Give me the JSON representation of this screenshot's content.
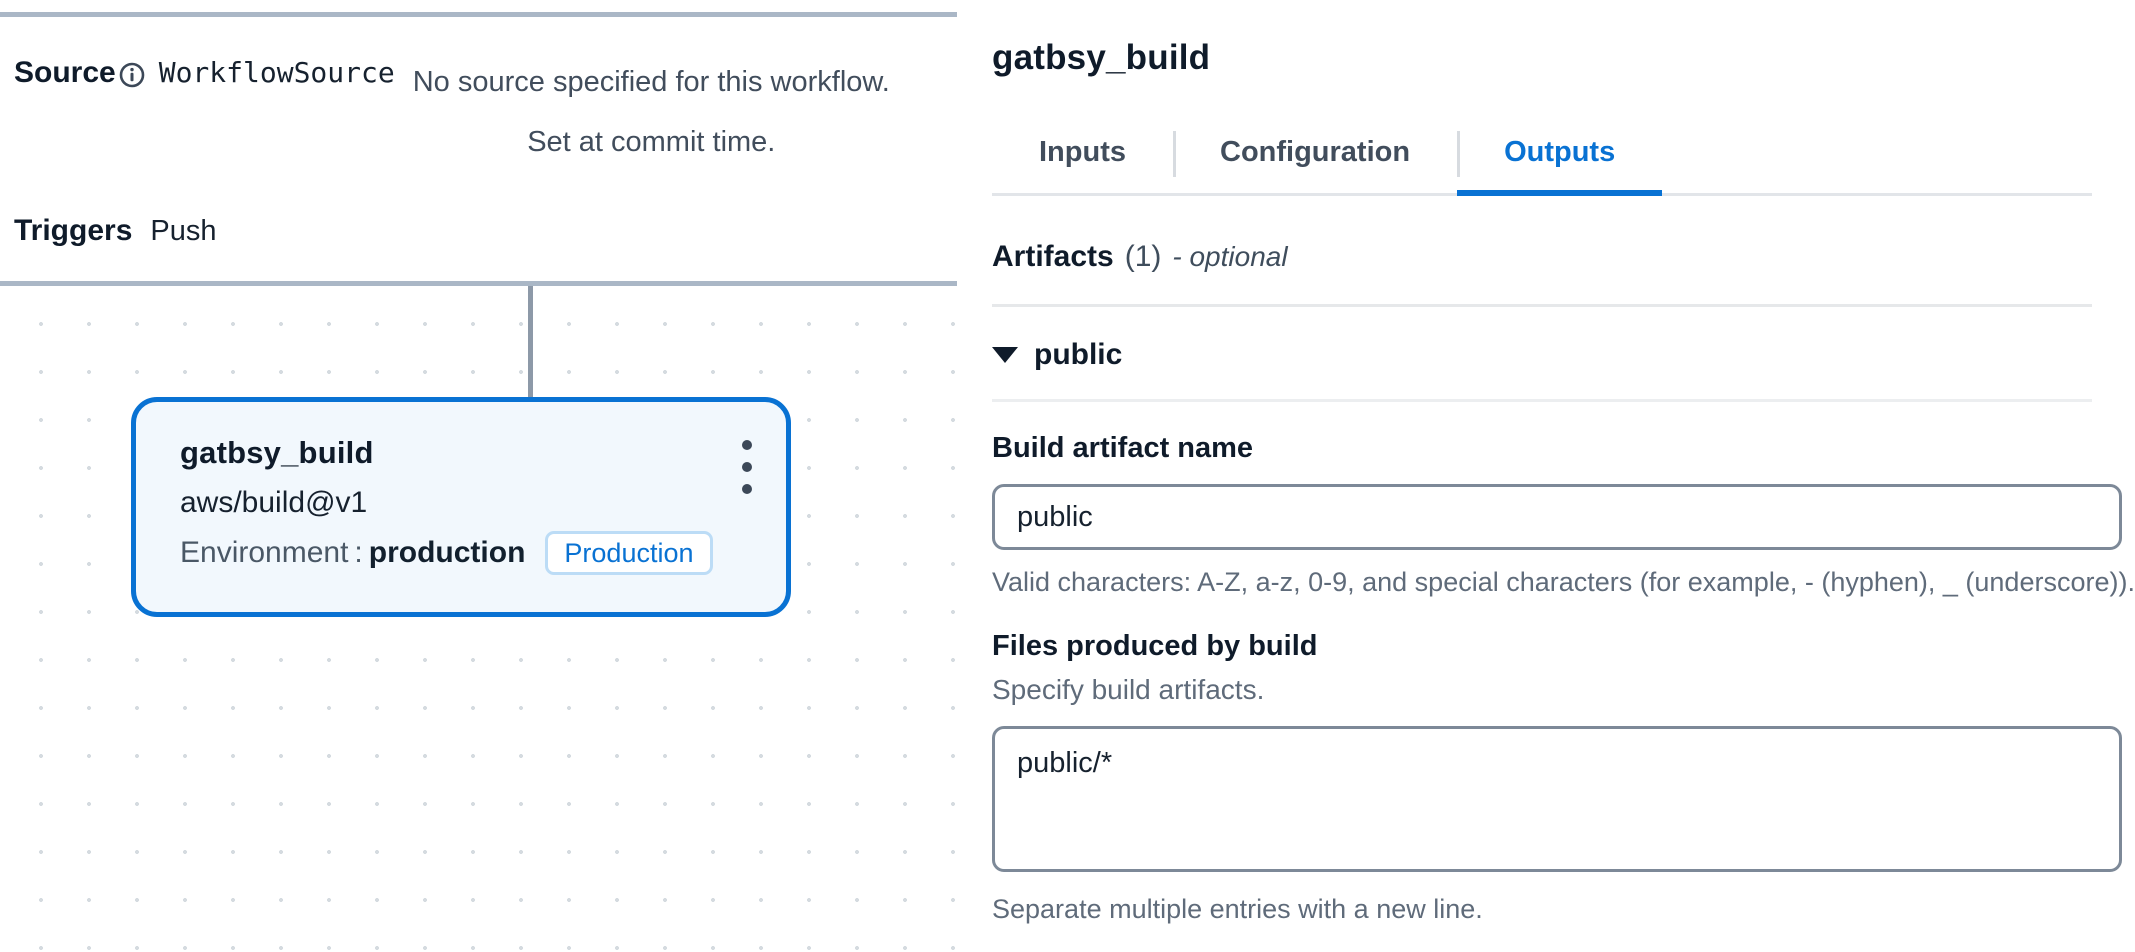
{
  "workflow_meta": {
    "source_label": "Source",
    "source_info_icon": "info-circle-icon",
    "source_name": "WorkflowSource",
    "source_description_line1": "No source specified for this workflow.",
    "source_description_line2": "Set at commit time.",
    "triggers_label": "Triggers",
    "triggers_value": "Push"
  },
  "canvas": {
    "node": {
      "title": "gatbsy_build",
      "action": "aws/build@v1",
      "env_label": "Environment",
      "env_separator": ":",
      "env_value": "production",
      "env_badge": "Production",
      "menu_icon": "kebab-menu-icon"
    }
  },
  "panel": {
    "title": "gatbsy_build",
    "tabs": [
      {
        "label": "Inputs",
        "active": false
      },
      {
        "label": "Configuration",
        "active": false
      },
      {
        "label": "Outputs",
        "active": true
      }
    ],
    "artifacts_section": {
      "heading": "Artifacts",
      "count": "(1)",
      "optional": "- optional",
      "expander": {
        "caret_icon": "caret-down-icon",
        "label": "public"
      },
      "build_artifact_name": {
        "label": "Build artifact name",
        "value": "public",
        "placeholder": "",
        "hint": "Valid characters: A-Z, a-z, 0-9, and special characters (for example, - (hyphen), _ (underscore))."
      },
      "files_produced": {
        "label": "Files produced by build",
        "sublabel": "Specify build artifacts.",
        "value": "public/*",
        "placeholder": "",
        "hint": "Separate multiple entries with a new line."
      }
    }
  },
  "colors": {
    "accent_blue": "#0972d3",
    "node_fill": "#f2f8fd",
    "badge_border": "#bcdcf6",
    "rule_grey": "#aab7c6",
    "text_dark": "#0f1b2a",
    "text_muted": "#5f6b7a"
  }
}
